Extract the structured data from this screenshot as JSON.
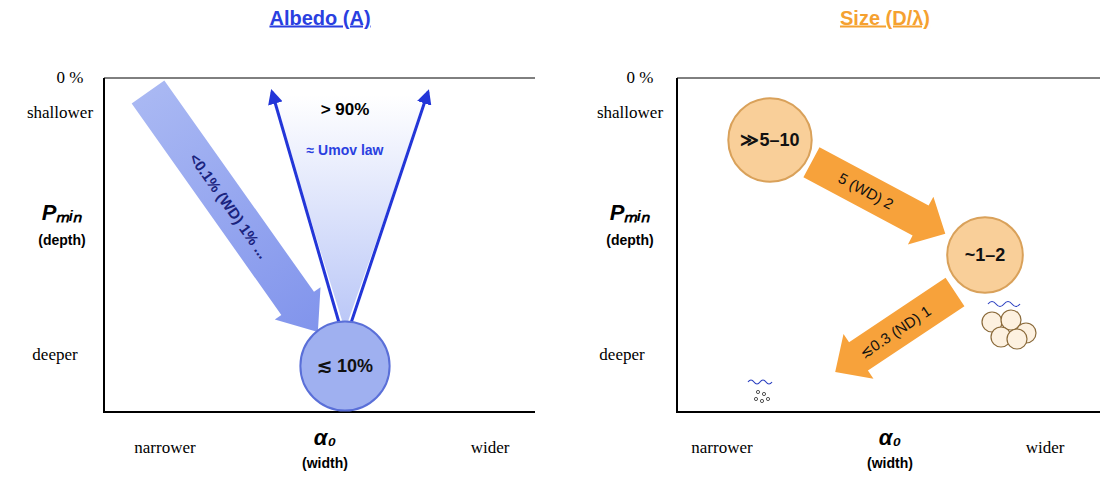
{
  "diagram": {
    "nodes": [
      {
        "text": [
          "≲ 10%"
        ]
      },
      {
        "text": [
          "≫5–10"
        ]
      },
      {
        "text": [
          "~1–2"
        ]
      }
    ],
    "edges": [
      {
        "from": 1,
        "to": 2,
        "arrow": "to",
        "label": "5 (WD) 2"
      }
    ],
    "labels": [
      "Albedo (A)",
      "0 %",
      "shallower",
      "Pₘᵢₙ",
      "(depth)",
      "deeper",
      "narrower",
      "α₀",
      "(width)",
      "wider",
      "<0.1% (WD) 1% ...",
      "> 90%",
      "≈ Umov law",
      "Size (D/λ)",
      "0 %",
      "shallower",
      "Pₘᵢₙ",
      "(depth)",
      "deeper",
      "narrower",
      "α₀",
      "(width)",
      "wider",
      "≲0.3 (ND) 1"
    ]
  }
}
